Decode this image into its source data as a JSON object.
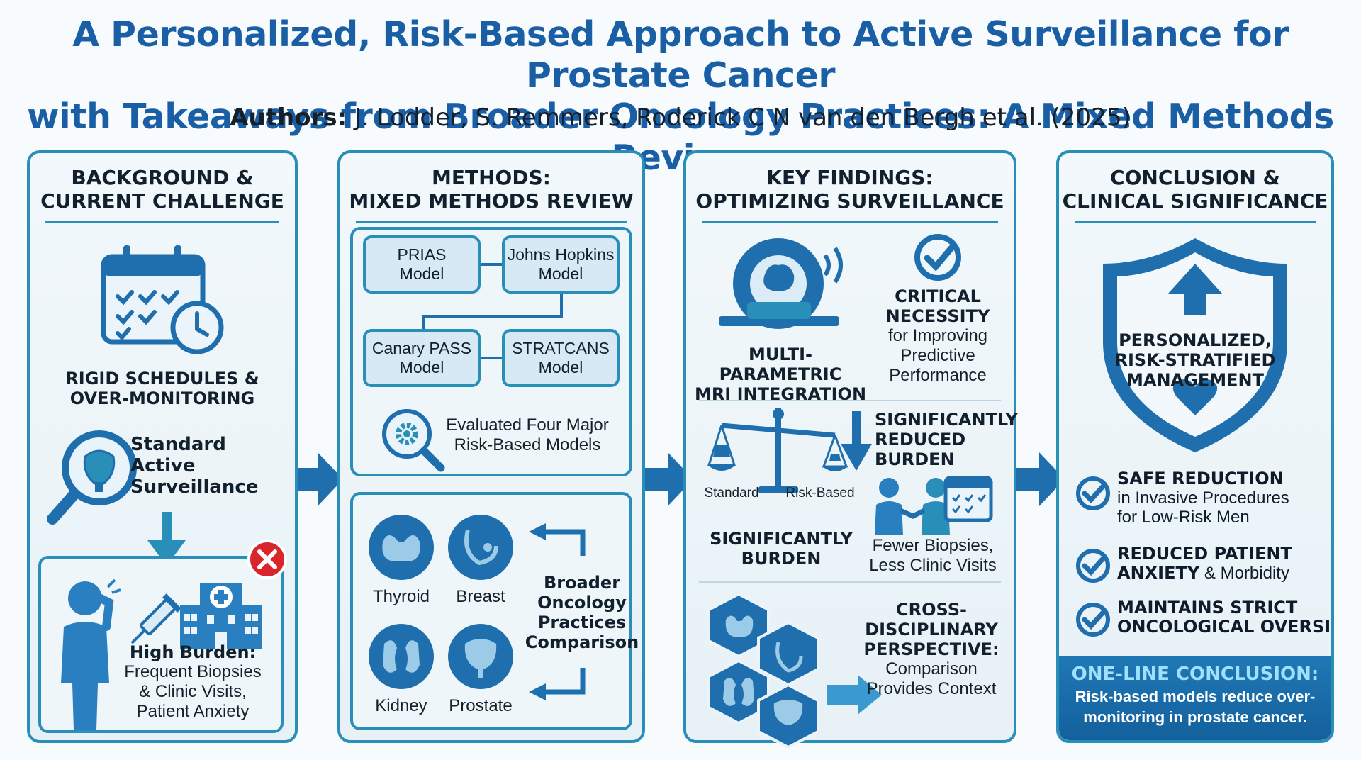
{
  "title_line1": "A Personalized, Risk-Based Approach to Active Surveillance for Prostate Cancer",
  "title_line2": "with Takeaways from Broader Oncology Practices: A Mixed Methods Review",
  "authors_label": "Authors:",
  "authors_names": "J. Lodder, S. Remmers, Roderick C N van den Bergh et al. (2025)",
  "colors": {
    "accent": "#2a8fb8",
    "title": "#1a5fa6",
    "dark_blue": "#13609c",
    "red": "#d8262c"
  },
  "panel1": {
    "title_l1": "BACKGROUND &",
    "title_l2": "CURRENT CHALLENGE",
    "rigid_l1": "RIGID SCHEDULES &",
    "rigid_l2": "OVER-MONITORING",
    "standard_l1": "Standard",
    "standard_l2": "Active",
    "standard_l3": "Surveillance",
    "burden_title": "High Burden:",
    "burden_l1": "Frequent Biopsies",
    "burden_l2": "& Clinic Visits,",
    "burden_l3": "Patient Anxiety"
  },
  "panel2": {
    "title_l1": "METHODS:",
    "title_l2": "MIXED METHODS REVIEW",
    "models": [
      {
        "l1": "PRIAS",
        "l2": "Model"
      },
      {
        "l1": "Johns Hopkins",
        "l2": "Model"
      },
      {
        "l1": "Canary PASS",
        "l2": "Model"
      },
      {
        "l1": "STRATCANS",
        "l2": "Model"
      }
    ],
    "evaluated_l1": "Evaluated Four Major",
    "evaluated_l2": "Risk-Based Models",
    "organs": [
      "Thyroid",
      "Breast",
      "Kidney",
      "Prostate"
    ],
    "broader_l1": "Broader",
    "broader_l2": "Oncology",
    "broader_l3": "Practices",
    "broader_l4": "Comparison"
  },
  "panel3": {
    "title_l1": "KEY FINDINGS:",
    "title_l2": "OPTIMIZING SURVEILLANCE",
    "mri_l1": "MULTI-PARAMETRIC",
    "mri_l2": "MRI INTEGRATION",
    "critical_l1": "CRITICAL",
    "critical_l2": "NECESSITY",
    "critical_l3": "for Improving",
    "critical_l4": "Predictive",
    "critical_l5": "Performance",
    "scale_left": "Standard",
    "scale_right": "Risk-Based",
    "sig_l1": "SIGNIFICANTLY",
    "sig_l2": "BURDEN",
    "reduced_l1": "SIGNIFICANTLY",
    "reduced_l2": "REDUCED",
    "reduced_l3": "BURDEN",
    "fewer_l1": "Fewer Biopsies,",
    "fewer_l2": "Less Clinic Visits",
    "cross_l1": "CROSS-",
    "cross_l2": "DISCIPLINARY",
    "cross_l3": "PERSPECTIVE:",
    "cross_l4": "Comparison",
    "cross_l5": "Provides Context"
  },
  "panel4": {
    "title_l1": "CONCLUSION &",
    "title_l2": "CLINICAL SIGNIFICANCE",
    "shield_l1": "PERSONALIZED,",
    "shield_l2": "RISK-STRATIFIED",
    "shield_l3": "MANAGEMENT",
    "check1_b": "SAFE REDUCTION",
    "check1_l1": "in Invasive Procedures",
    "check1_l2": "for Low-Risk Men",
    "check2_b1": "REDUCED PATIENT",
    "check2_b2": "ANXIETY",
    "check2_t": " & Morbidity",
    "check3_l1": "MAINTAINS STRICT",
    "check3_l2": "ONCOLOGICAL OVERSIGHT",
    "oneline_title": "ONE-LINE CONCLUSION:",
    "oneline_l1": "Risk-based models reduce over-",
    "oneline_l2": "monitoring in prostate cancer."
  }
}
